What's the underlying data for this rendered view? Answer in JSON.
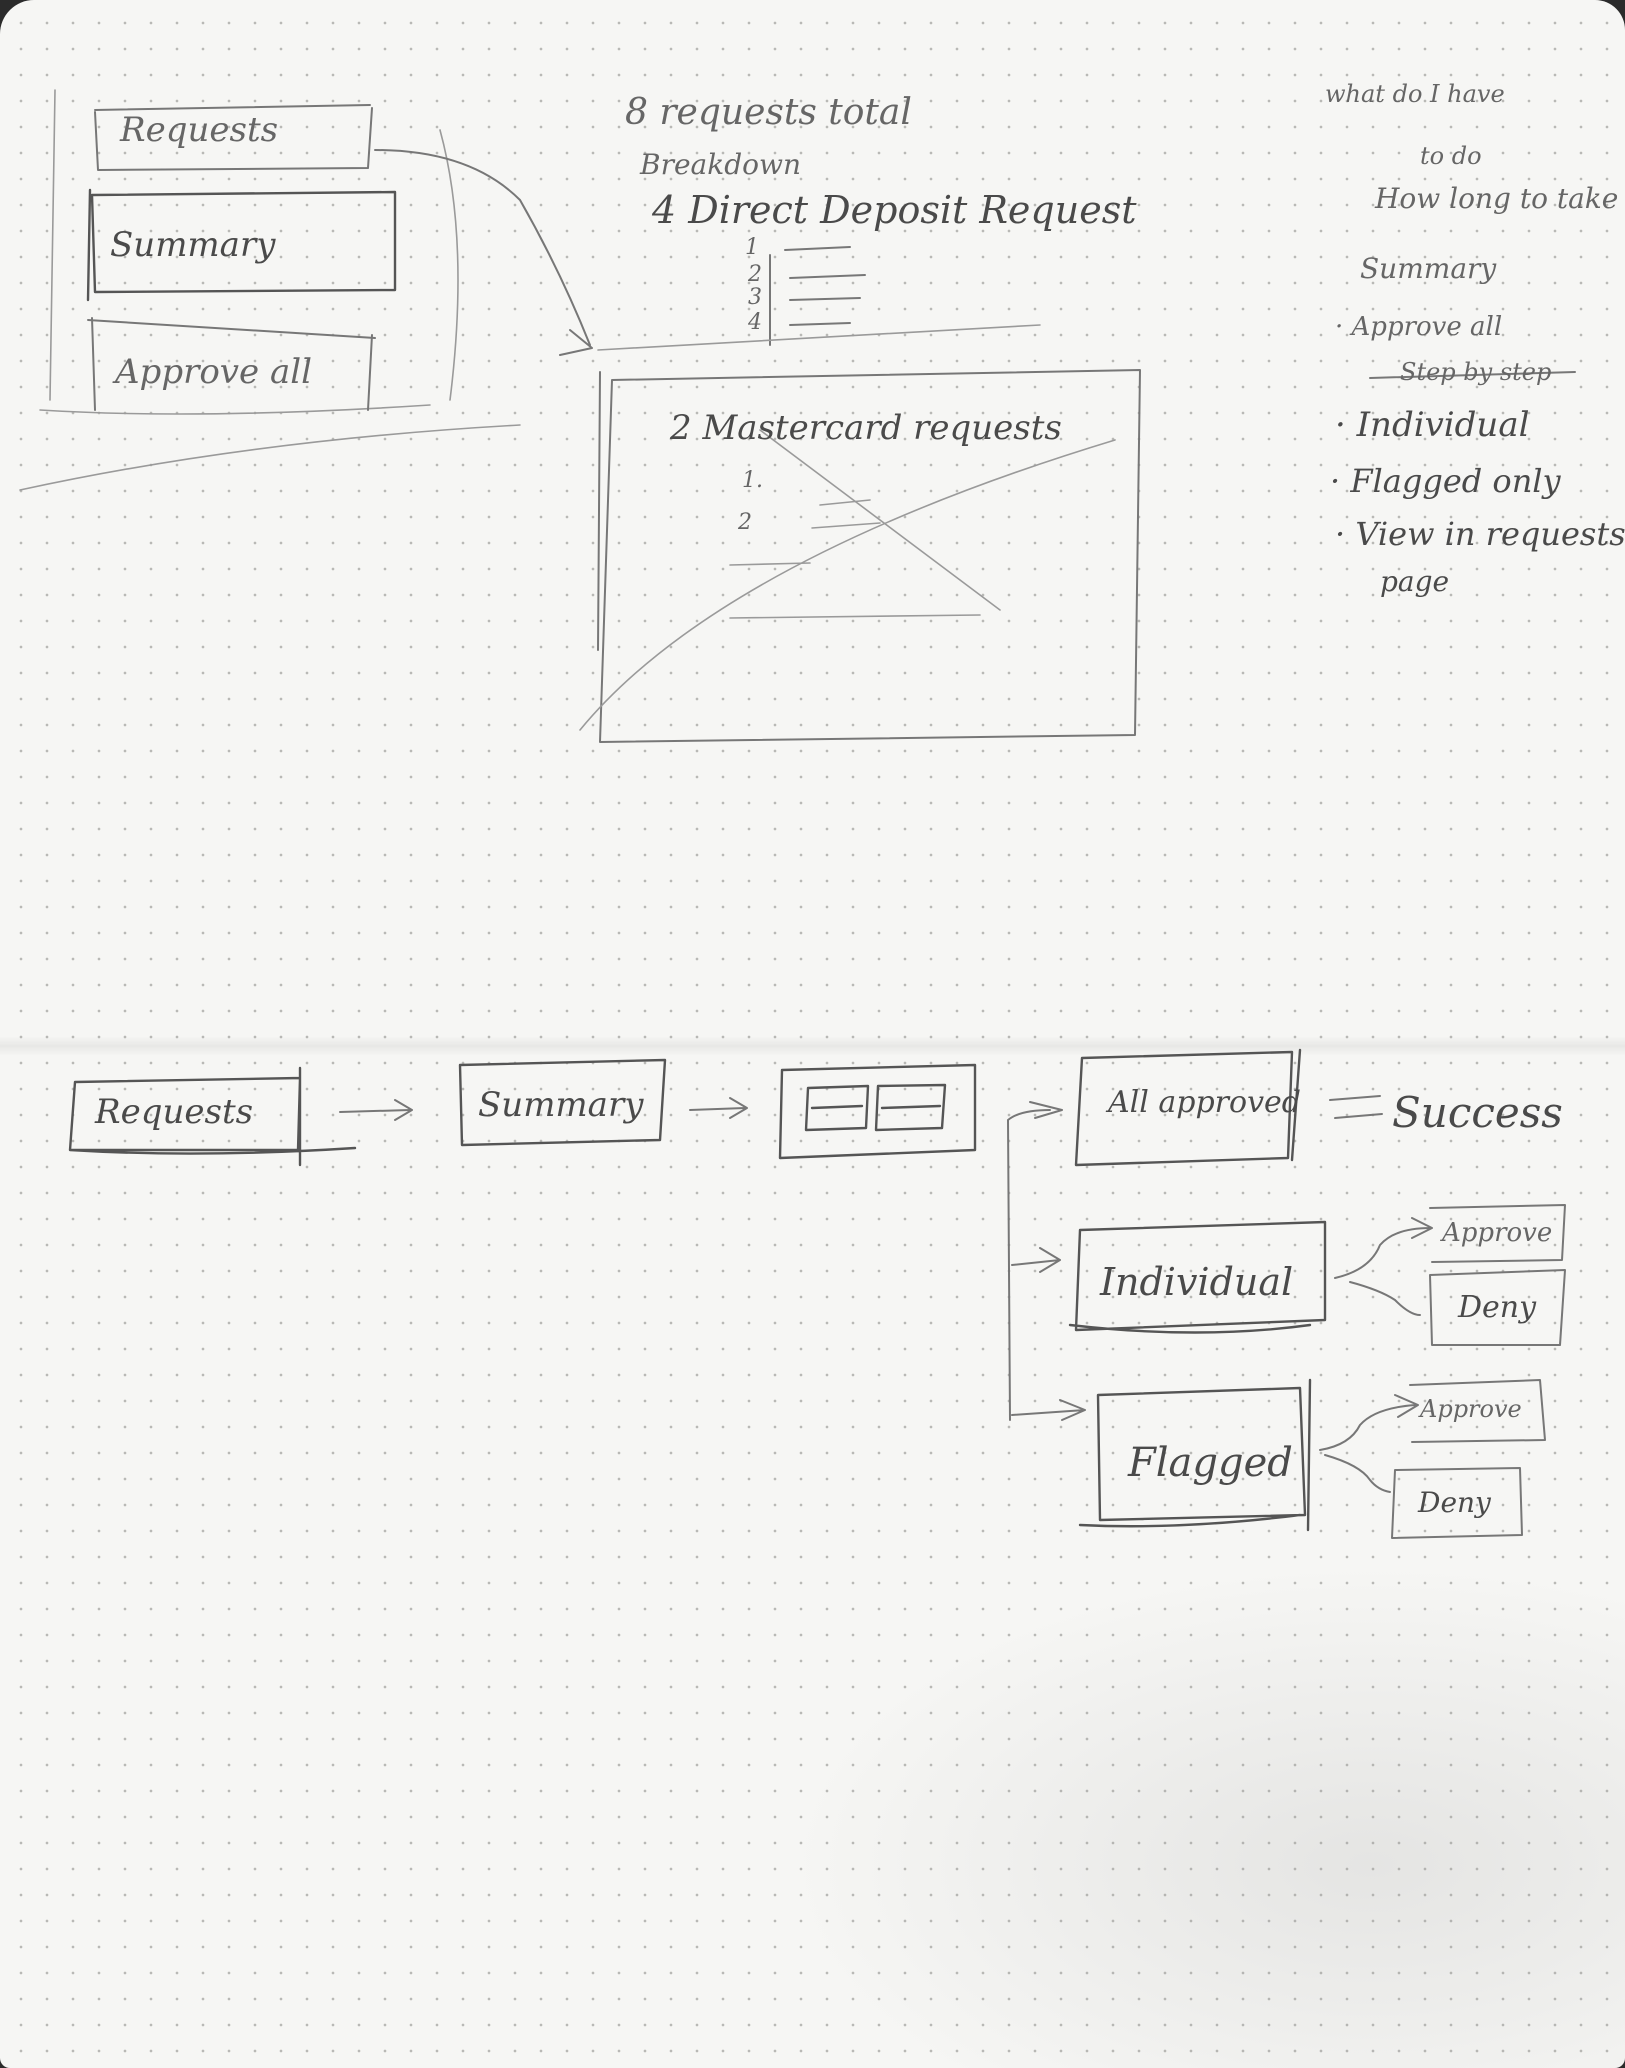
{
  "wireframe_top": {
    "nav_items": [
      "Requests",
      "Summary",
      "Approve all"
    ],
    "title": "8 requests total",
    "breakdown_label": "Breakdown",
    "group_1_title": "4 Direct Deposit Request",
    "group_1_items": [
      "1",
      "2",
      "3",
      "4"
    ],
    "group_2_title": "2 Mastercard requests",
    "group_2_items": [
      "1.",
      "2"
    ]
  },
  "side_notes": {
    "line_1": "what do I have",
    "line_2": "to do",
    "line_3": "How long to take",
    "line_4": "Summary",
    "line_5": "· Approve all",
    "line_6": "Step by step",
    "line_7": "· Individual",
    "line_8": "· Flagged only",
    "line_9": "· View in requests",
    "line_10": "page"
  },
  "flow": {
    "requests": "Requests",
    "summary": "Summary",
    "all_approved": "All approved",
    "success": "Success",
    "individual": "Individual",
    "individual_approve": "Approve",
    "individual_deny": "Deny",
    "flagged": "Flagged",
    "flagged_approve": "Approve",
    "flagged_deny": "Deny"
  }
}
